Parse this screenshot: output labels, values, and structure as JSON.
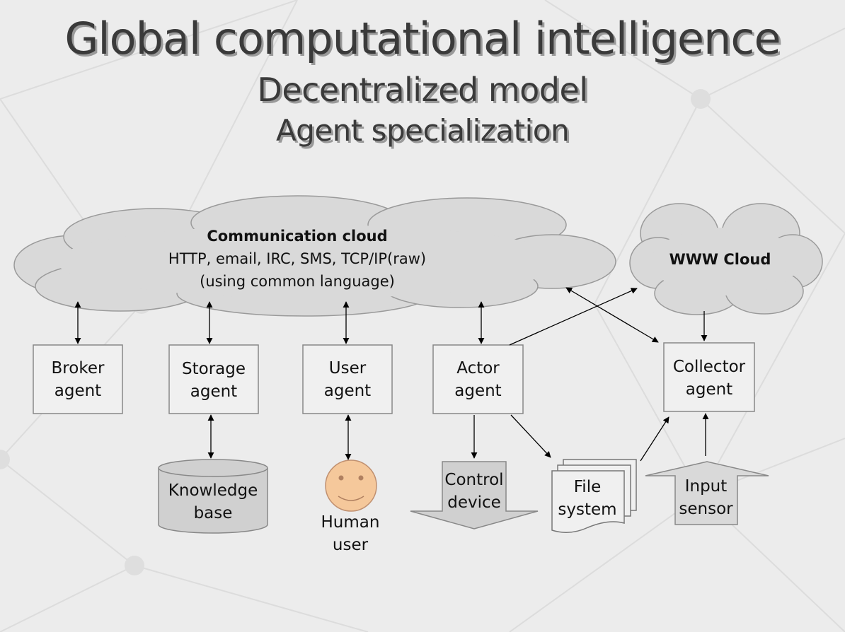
{
  "title": "Global computational intelligence",
  "subtitle1": "Decentralized model",
  "subtitle2": "Agent specialization",
  "comm_cloud": {
    "title": "Communication cloud",
    "line1": "HTTP, email, IRC, SMS, TCP/IP(raw)",
    "line2": "(using common language)"
  },
  "www_cloud": {
    "title": "WWW Cloud"
  },
  "agents": {
    "broker": [
      "Broker",
      "agent"
    ],
    "storage": [
      "Storage",
      "agent"
    ],
    "user": [
      "User",
      "agent"
    ],
    "actor": [
      "Actor",
      "agent"
    ],
    "collector": [
      "Collector",
      "agent"
    ]
  },
  "resources": {
    "knowledge_base": [
      "Knowledge",
      "base"
    ],
    "human_user": [
      "Human",
      "user"
    ],
    "control_device": [
      "Control",
      "device"
    ],
    "file_system": [
      "File",
      "system"
    ],
    "input_sensor": [
      "Input",
      "sensor"
    ]
  },
  "colors": {
    "background": "#ececec",
    "cloud_fill": "#d9d9d9",
    "box_fill": "#f0f0f0",
    "shape_fill": "#d0d0d0",
    "face_fill": "#f5c89b",
    "title_text": "#3a3a3a",
    "line": "#000000"
  }
}
